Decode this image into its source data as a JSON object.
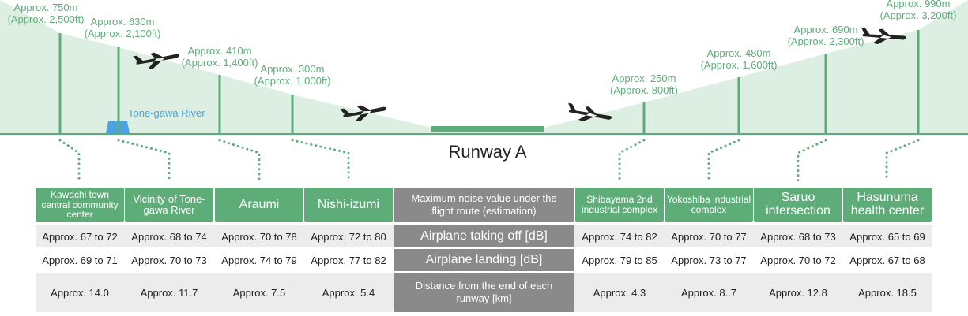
{
  "runway_label": "Runway A",
  "river_label": "Tone-gawa River",
  "points": [
    {
      "m": "Approx. 750m",
      "ft": "(Approx. 2,500ft)"
    },
    {
      "m": "Approx. 630m",
      "ft": "(Approx. 2,100ft)"
    },
    {
      "m": "Approx. 410m",
      "ft": "(Approx. 1,400ft)"
    },
    {
      "m": "Approx. 300m",
      "ft": "(Approx. 1,000ft)"
    },
    {
      "m": "Approx. 250m",
      "ft": "(Approx. 800ft)"
    },
    {
      "m": "Approx. 480m",
      "ft": "(Approx. 1,600ft)"
    },
    {
      "m": "Approx. 690m",
      "ft": "(Approx. 2,300ft)"
    },
    {
      "m": "Approx. 990m",
      "ft": "(Approx. 3,200ft)"
    }
  ],
  "table": {
    "header_middle": "Maximum noise value under the flight route (estimation)",
    "row_labels": {
      "takeoff": "Airplane taking off [dB]",
      "landing": "Airplane landing [dB]",
      "distance": "Distance from the end of each runway [km]"
    },
    "locations": [
      "Kawachi town central community center",
      "Vicinity of Tone-gawa River",
      "Araumi",
      "Nishi-izumi",
      "Shibayama 2nd industrial complex",
      "Yokoshiba industrial complex",
      "Saruo intersection",
      "Hasunuma health center"
    ],
    "takeoff": [
      "Approx. 67 to 72",
      "Approx. 68 to 74",
      "Approx. 70 to 78",
      "Approx. 72 to 80",
      "Approx. 74 to 82",
      "Approx. 70 to 77",
      "Approx. 68 to 73",
      "Approx. 65 to 69"
    ],
    "landing": [
      "Approx. 69 to 71",
      "Approx. 70 to 73",
      "Approx. 74 to 79",
      "Approx. 77 to 82",
      "Approx. 79 to 85",
      "Approx. 73 to 77",
      "Approx. 70 to 72",
      "Approx. 67 to 68"
    ],
    "distance": [
      "Approx. 14.0",
      "Approx. 11.7",
      "Approx. 7.5",
      "Approx. 5.4",
      "Approx. 4.3",
      "Approx. 8..7",
      "Approx. 12.8",
      "Approx. 18.5"
    ]
  },
  "colors": {
    "green": "#5eac78",
    "light_green": "#dcefe2",
    "river_blue": "#4aa3df",
    "header_gray": "#8a8a8a",
    "row_gray": "#ececec"
  }
}
